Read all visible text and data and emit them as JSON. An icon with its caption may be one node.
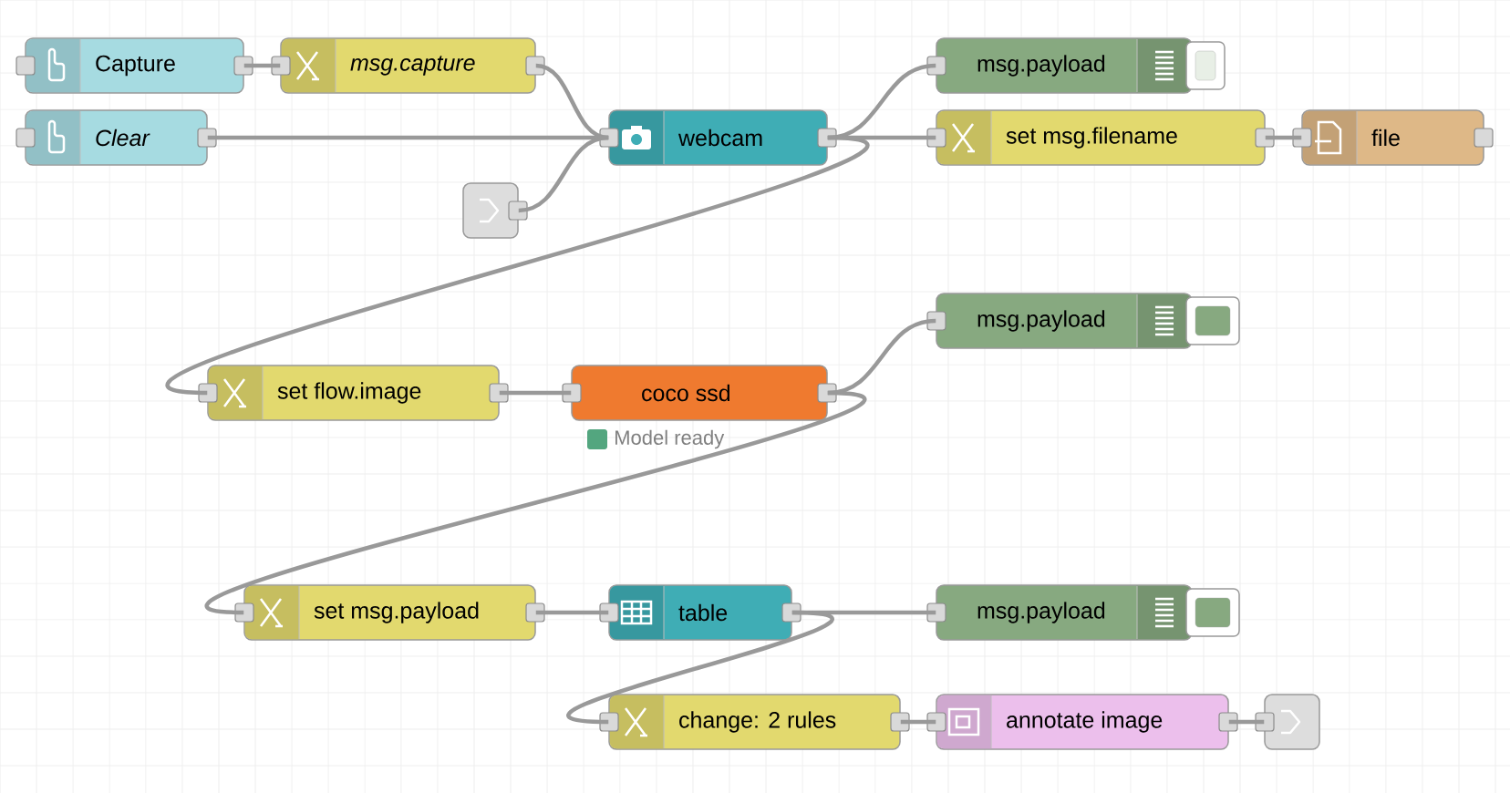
{
  "diagram": {
    "nodes": [
      {
        "text": [
          "Capture"
        ]
      },
      {
        "text": [
          "msg.capture"
        ]
      },
      {
        "text": [
          "Clear"
        ]
      },
      {
        "text": [
          "webcam"
        ]
      },
      {
        "text": [],
        "shape": "box"
      },
      {
        "text": [
          "msg.payload"
        ]
      },
      {
        "text": [
          "set msg.filename"
        ]
      },
      {
        "text": [
          "file"
        ]
      },
      {
        "text": [
          "msg.payload"
        ]
      },
      {
        "text": [
          "set flow.image"
        ]
      },
      {
        "text": [
          "coco ssd"
        ],
        "beside": [
          "Model ready"
        ]
      },
      {
        "text": [
          "set msg.payload"
        ]
      },
      {
        "text": [
          "table"
        ]
      },
      {
        "text": [
          "msg.payload"
        ]
      },
      {
        "text": [
          "change: 2 rules"
        ]
      },
      {
        "text": [
          "annotate image"
        ]
      },
      {
        "text": [],
        "shape": "box"
      }
    ],
    "edges": [
      {
        "from": 0,
        "to": 1,
        "arrow": "none"
      },
      {
        "from": 1,
        "to": 3,
        "arrow": "none"
      },
      {
        "from": 2,
        "to": 3,
        "arrow": "none"
      },
      {
        "from": 4,
        "to": 3,
        "arrow": "none"
      },
      {
        "from": 3,
        "to": 5,
        "arrow": "none"
      },
      {
        "from": 3,
        "to": 6,
        "arrow": "none"
      },
      {
        "from": 3,
        "to": 9,
        "arrow": "none"
      },
      {
        "from": 6,
        "to": 7,
        "arrow": "none"
      },
      {
        "from": 9,
        "to": 10,
        "arrow": "none"
      },
      {
        "from": 10,
        "to": 8,
        "arrow": "none"
      },
      {
        "from": 10,
        "to": 11,
        "arrow": "none"
      },
      {
        "from": 11,
        "to": 12,
        "arrow": "none"
      },
      {
        "from": 12,
        "to": 13,
        "arrow": "none"
      },
      {
        "from": 12,
        "to": 14,
        "arrow": "none"
      },
      {
        "from": 14,
        "to": 15,
        "arrow": "none"
      },
      {
        "from": 15,
        "to": 16,
        "arrow": "none"
      }
    ]
  }
}
